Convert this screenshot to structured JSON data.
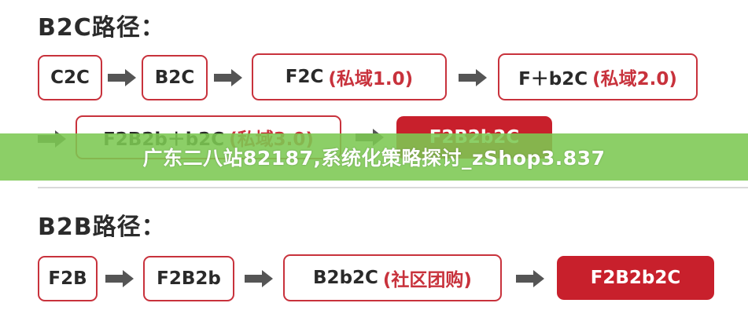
{
  "b2c": {
    "title": "B2C路径：",
    "nodes": [
      {
        "label": "C2C",
        "paren": ""
      },
      {
        "label": "B2C",
        "paren": ""
      },
      {
        "label": "F2C",
        "paren": "(私域1.0)"
      },
      {
        "label": "F＋b2C",
        "paren": "(私域2.0)"
      },
      {
        "label": "F2B2b＋b2C",
        "paren": "(私域3.0)"
      },
      {
        "label": "F2B2b2C",
        "paren": ""
      }
    ]
  },
  "b2b": {
    "title": "B2B路径：",
    "nodes": [
      {
        "label": "F2B",
        "paren": ""
      },
      {
        "label": "F2B2b",
        "paren": ""
      },
      {
        "label": "B2b2C",
        "paren": "(社区团购)"
      },
      {
        "label": "F2B2b2C",
        "paren": ""
      }
    ]
  },
  "banner": {
    "text": "广东二八站82187,系统化策略探讨_zShop3.837"
  },
  "colors": {
    "accent": "#c8323c",
    "filled": "#c8202c",
    "arrow": "#555555",
    "banner": "#7cc852"
  }
}
